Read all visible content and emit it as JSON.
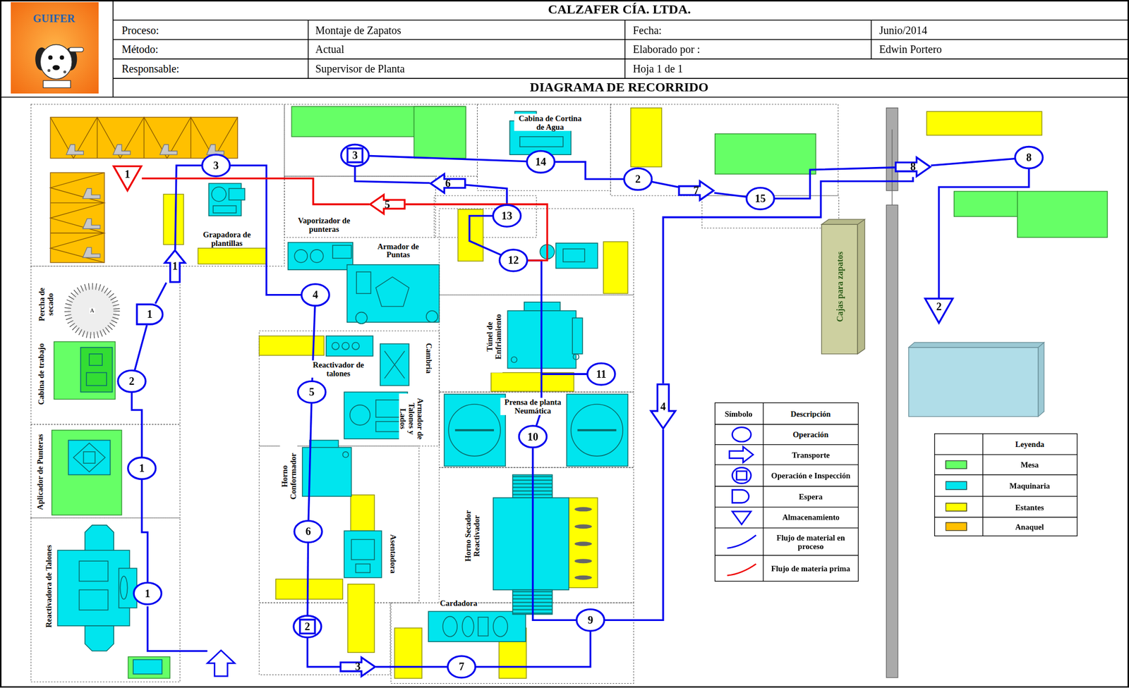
{
  "diagram": {
    "title": "CALZAFER CÍA. LTDA.",
    "nodes": [
      {
        "text": [
          "1"
        ]
      },
      {
        "text": [
          "1"
        ]
      },
      {
        "text": [
          "2"
        ]
      },
      {
        "text": [
          "1"
        ]
      },
      {
        "text": [
          "1"
        ]
      },
      {
        "text": [
          "3"
        ]
      },
      {
        "text": [
          "4"
        ]
      },
      {
        "text": [
          "5"
        ]
      },
      {
        "text": [
          "6"
        ]
      },
      {
        "text": [
          "2"
        ]
      },
      {
        "text": [
          "3"
        ]
      },
      {
        "text": [
          "7"
        ]
      },
      {
        "text": [
          "9"
        ]
      },
      {
        "text": [
          "10"
        ]
      },
      {
        "text": [
          "11"
        ]
      },
      {
        "text": [
          "12"
        ]
      },
      {
        "text": [
          "13"
        ]
      },
      {
        "text": [
          "6"
        ]
      },
      {
        "text": [
          "3"
        ]
      },
      {
        "text": [
          "14"
        ]
      },
      {
        "text": [
          "2"
        ]
      },
      {
        "text": [
          "7"
        ]
      },
      {
        "text": [
          "15"
        ]
      },
      {
        "text": [
          "8"
        ]
      },
      {
        "text": [
          "8"
        ]
      },
      {
        "text": [
          "2"
        ]
      },
      {
        "text": [
          "4"
        ]
      },
      {
        "text": [
          "1"
        ]
      },
      {
        "text": [
          "5"
        ]
      }
    ],
    "edges": [
      {
        "from": 0,
        "to": 1,
        "arrow": "none"
      },
      {
        "from": 1,
        "to": 2,
        "arrow": "none"
      },
      {
        "from": 2,
        "to": 3,
        "arrow": "none"
      },
      {
        "from": 3,
        "to": 4,
        "arrow": "none"
      },
      {
        "from": 4,
        "to": 5,
        "arrow": "none"
      },
      {
        "from": 5,
        "to": 6,
        "arrow": "none"
      },
      {
        "from": 6,
        "to": 7,
        "arrow": "none"
      },
      {
        "from": 7,
        "to": 8,
        "arrow": "none"
      },
      {
        "from": 8,
        "to": 9,
        "arrow": "none"
      },
      {
        "from": 9,
        "to": 10,
        "arrow": "none"
      },
      {
        "from": 10,
        "to": 11,
        "arrow": "none"
      },
      {
        "from": 11,
        "to": 12,
        "arrow": "none"
      },
      {
        "from": 12,
        "to": 13,
        "arrow": "none"
      },
      {
        "from": 13,
        "to": 14,
        "arrow": "none"
      },
      {
        "from": 14,
        "to": 15,
        "arrow": "none"
      },
      {
        "from": 15,
        "to": 16,
        "arrow": "none"
      },
      {
        "from": 16,
        "to": 17,
        "arrow": "none"
      },
      {
        "from": 17,
        "to": 18,
        "arrow": "none"
      },
      {
        "from": 18,
        "to": 19,
        "arrow": "none"
      },
      {
        "from": 19,
        "to": 20,
        "arrow": "none"
      },
      {
        "from": 20,
        "to": 21,
        "arrow": "none"
      },
      {
        "from": 21,
        "to": 22,
        "arrow": "none"
      },
      {
        "from": 22,
        "to": 23,
        "arrow": "none"
      },
      {
        "from": 23,
        "to": 24,
        "arrow": "none"
      },
      {
        "from": 24,
        "to": 25,
        "arrow": "none"
      },
      {
        "from": 12,
        "to": 26,
        "arrow": "none"
      },
      {
        "from": 26,
        "to": 23,
        "arrow": "none"
      },
      {
        "from": 27,
        "to": 28,
        "arrow": "none"
      },
      {
        "from": 28,
        "to": 15,
        "arrow": "none"
      }
    ],
    "labels": [
      "GUIFER",
      "DIAGRAMA DE RECORRIDO",
      "Proceso:",
      "Montaje de Zapatos",
      "Fecha:",
      "Junio/2014",
      "Método:",
      "Actual",
      "Elaborado por :",
      "Edwin Portero",
      "Responsable:",
      "Supervisor de Planta",
      "Hoja 1 de 1",
      "Cabina de Cortina de Agua",
      "Vaporizador de punteras",
      "Armador de Puntas",
      "Grapadora de plantillas",
      "Percha de secado",
      "A",
      "Cabina de trabajo",
      "Reactivador de talones",
      "Cambria",
      "Armador de Talones y Lados",
      "Aplicador de Punteras",
      "Túnel de Enfriamiento",
      "Prensa de planta Neumática",
      "Horno Conformador",
      "Asentadora",
      "Horno Secador Reactivador",
      "Cardadora",
      "Reactivadora de Talones",
      "Cajas para zapatos",
      "Símbolo",
      "Descripción",
      "Leyenda"
    ],
    "legend": [
      {
        "text": "Operación"
      },
      {
        "text": "Transporte"
      },
      {
        "text": "Operación e Inspección"
      },
      {
        "text": "Espera"
      },
      {
        "text": "Almacenamiento"
      },
      {
        "text": "Flujo de material en proceso"
      },
      {
        "text": "Flujo de materia prima"
      },
      {
        "text": "Mesa",
        "color": "#66ff66"
      },
      {
        "text": "Maquinaria",
        "color": "#00e5ee"
      },
      {
        "text": "Estantes",
        "color": "#ffff00"
      },
      {
        "text": "Anaquel",
        "color": "#ffc000"
      }
    ]
  }
}
